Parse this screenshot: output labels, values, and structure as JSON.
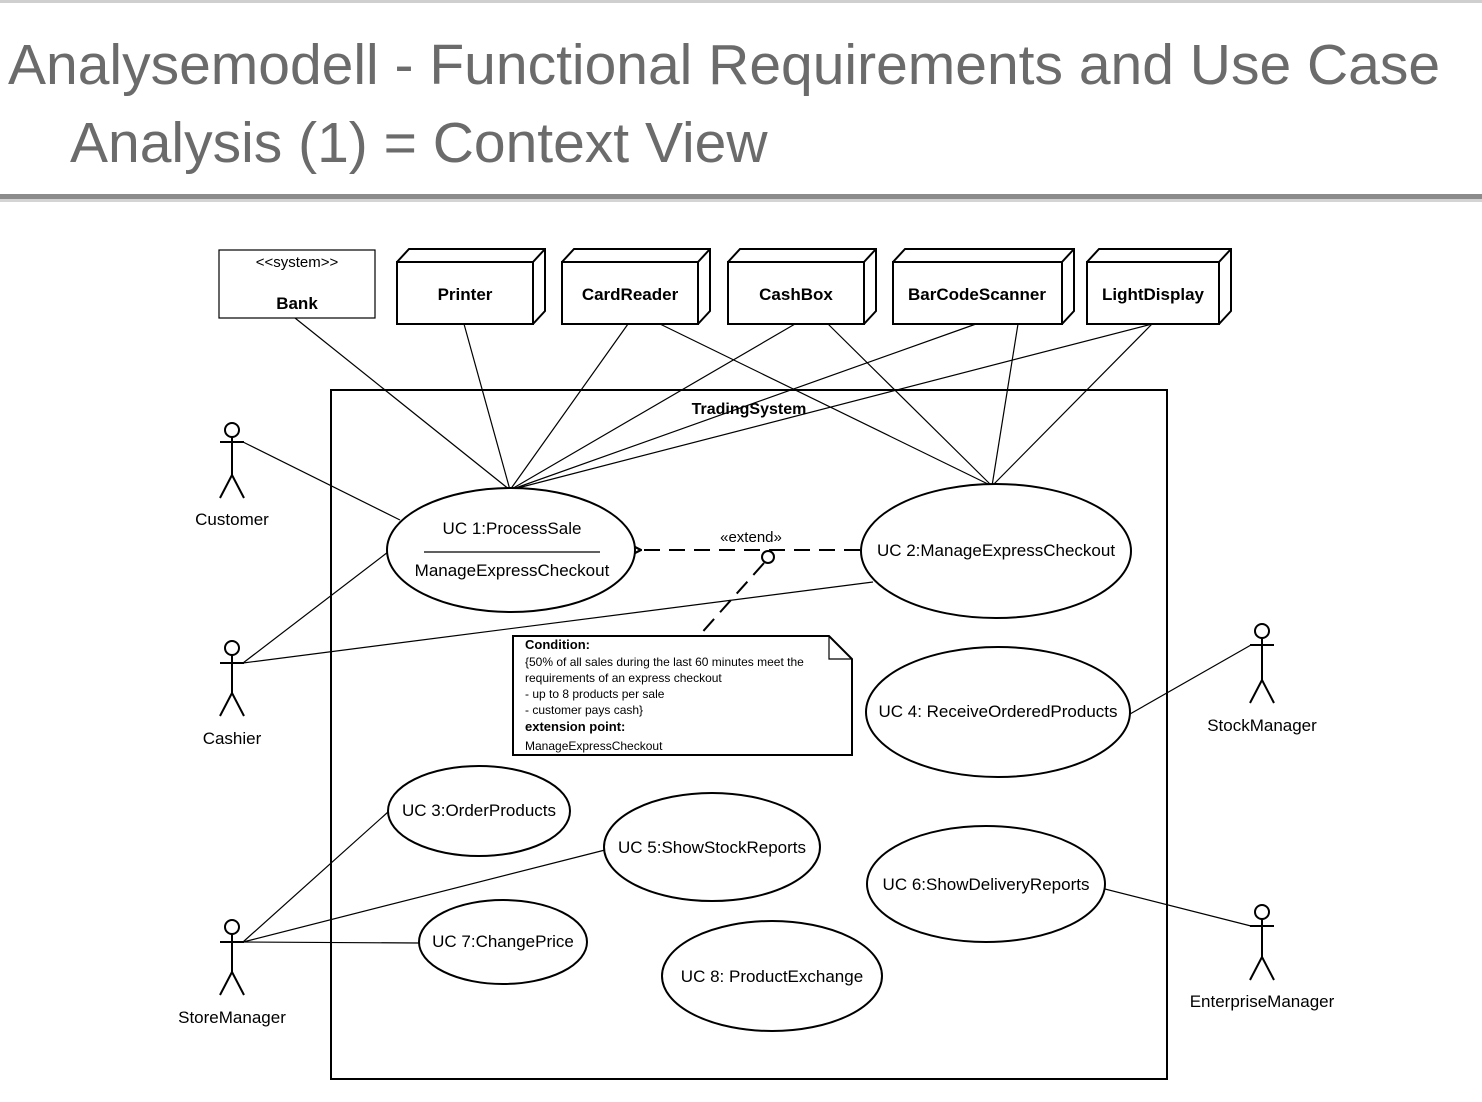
{
  "slide": {
    "title_line1": "Analysemodell - Functional Requirements and Use Case",
    "title_line2": "Analysis (1) = Context View"
  },
  "diagram": {
    "system_name": "TradingSystem",
    "bank": {
      "stereotype": "<<system>>",
      "name": "Bank"
    },
    "devices": {
      "printer": "Printer",
      "cardreader": "CardReader",
      "cashbox": "CashBox",
      "barcodescanner": "BarCodeScanner",
      "lightdisplay": "LightDisplay"
    },
    "actors": {
      "customer": "Customer",
      "cashier": "Cashier",
      "storemanager": "StoreManager",
      "stockmanager": "StockManager",
      "enterprisemanager": "EnterpriseManager"
    },
    "usecases": {
      "uc1_name": "UC 1:ProcessSale",
      "uc1_extension_point": "ManageExpressCheckout",
      "uc2": "UC 2:ManageExpressCheckout",
      "uc3": "UC 3:OrderProducts",
      "uc4": "UC 4: ReceiveOrderedProducts",
      "uc5": "UC 5:ShowStockReports",
      "uc6": "UC 6:ShowDeliveryReports",
      "uc7": "UC 7:ChangePrice",
      "uc8": "UC 8: ProductExchange"
    },
    "extend_label": "«extend»",
    "note": {
      "condition_heading": "Condition:",
      "line1": "{50% of all sales during the last 60 minutes meet the",
      "line2": "requirements of an express checkout",
      "line3": "- up to 8 products per sale",
      "line4": "- customer pays cash}",
      "extension_heading": "extension point:",
      "extension_value": "ManageExpressCheckout"
    }
  }
}
